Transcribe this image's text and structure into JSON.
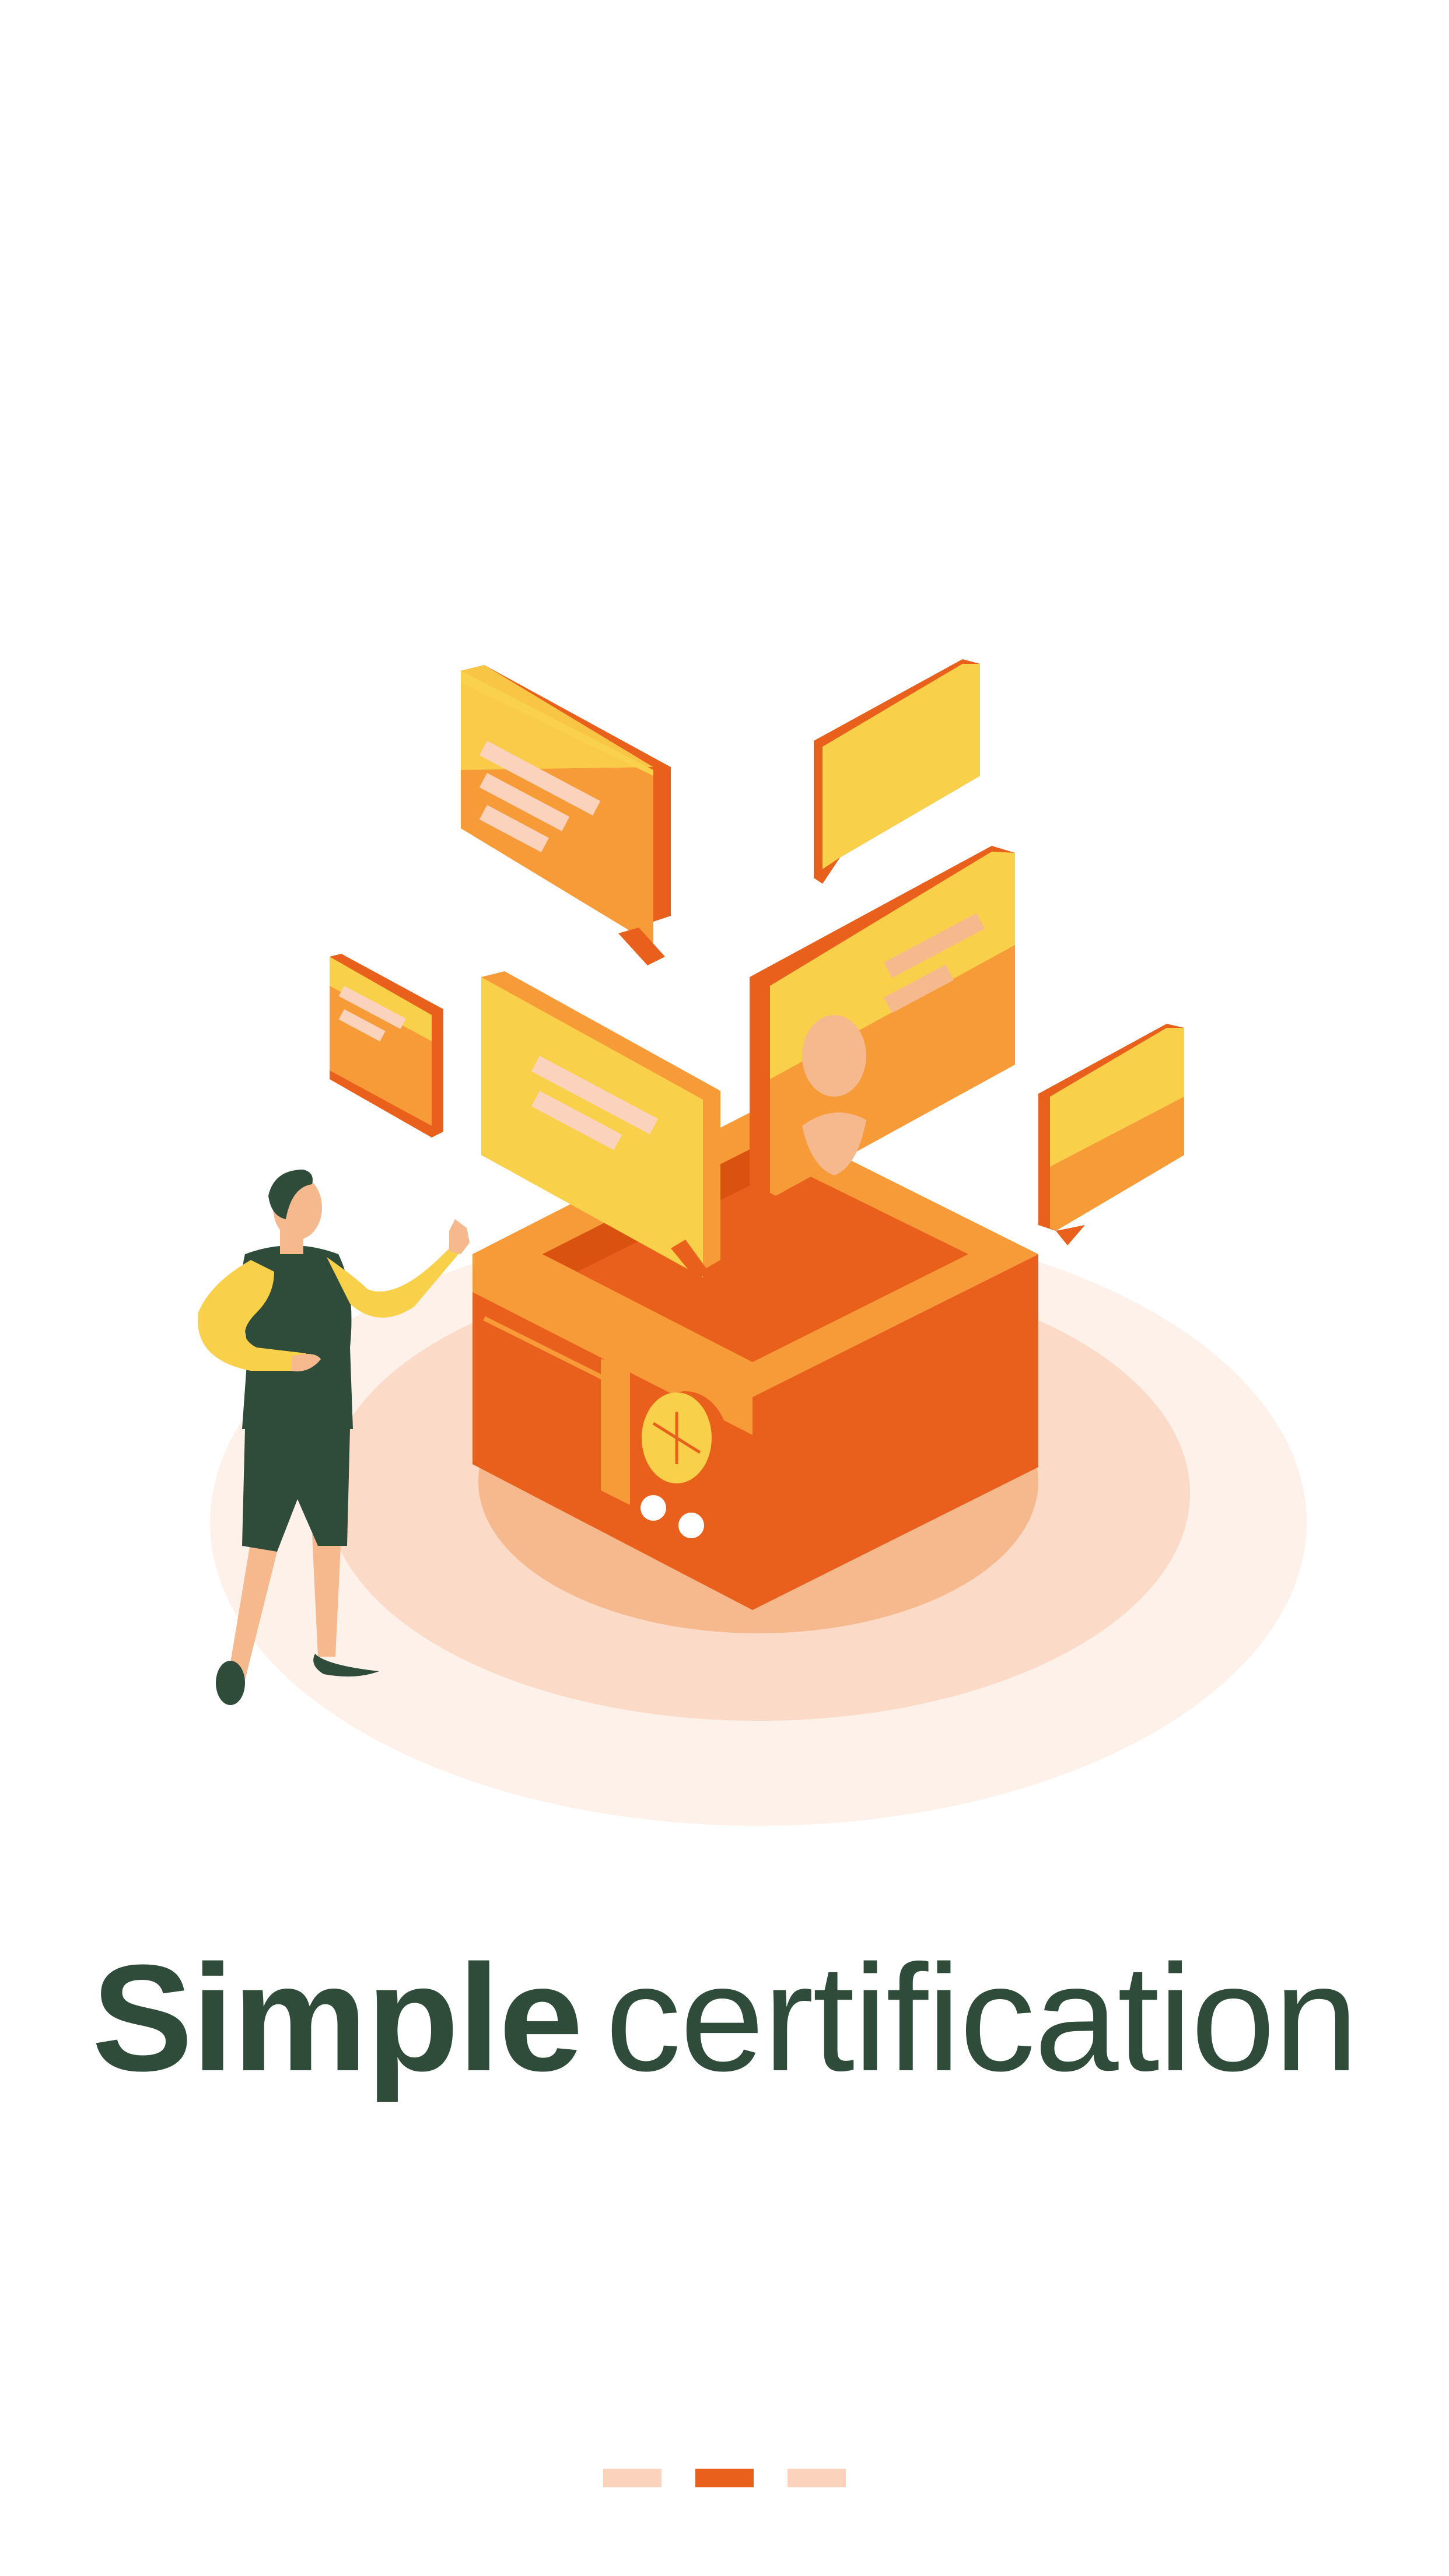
{
  "onboarding": {
    "headline_bold": "Simple",
    "headline_regular": "certification"
  },
  "pager": {
    "count": 3,
    "active_index": 1
  },
  "colors": {
    "headline": "#2f4c3a",
    "accent": "#e8601b",
    "pager_inactive": "#fbd3bd",
    "yellow": "#f9d04a",
    "orange": "#f79a38"
  },
  "illustration": {
    "icon": "certification-box-illustration"
  }
}
